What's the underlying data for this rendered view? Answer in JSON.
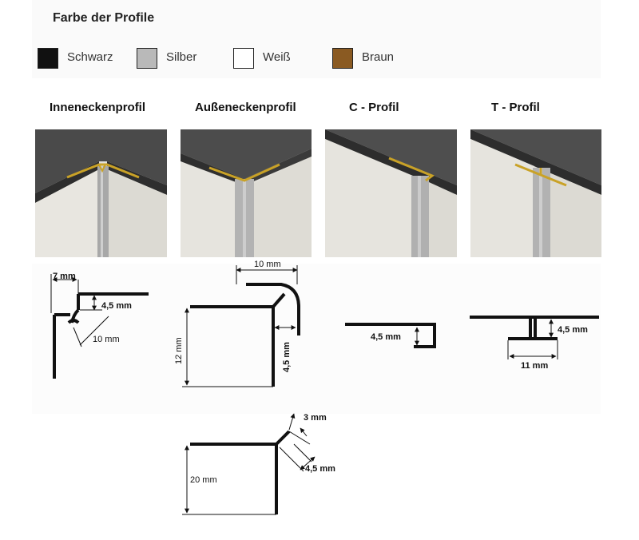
{
  "legend": {
    "title": "Farbe der Profile",
    "colors": [
      {
        "label": "Schwarz",
        "color": "#111111"
      },
      {
        "label": "Silber",
        "color": "#b9b9b9"
      },
      {
        "label": "Weiß",
        "color": "#ffffff"
      },
      {
        "label": "Braun",
        "color": "#8a5a22"
      }
    ]
  },
  "profiles": [
    {
      "title": "Inneneckenprofil",
      "icon": "inside-corner-profile-photo"
    },
    {
      "title": "Außeneckenprofil",
      "icon": "outside-corner-profile-photo"
    },
    {
      "title": "C - Profil",
      "icon": "c-profile-photo"
    },
    {
      "title": "T - Profil",
      "icon": "t-profile-photo"
    }
  ],
  "dimensions": {
    "inside_corner": {
      "width": "7 mm",
      "depth": "4,5 mm",
      "round": "10 mm"
    },
    "outside_corner": {
      "top": "10 mm",
      "height": "12 mm",
      "depth": "4,5 mm"
    },
    "c_profile": {
      "depth": "4,5 mm"
    },
    "t_profile": {
      "depth": "4,5 mm",
      "width": "11 mm"
    },
    "outside_corner_2": {
      "lip": "3 mm",
      "depth": "4,5 mm",
      "height": "20 mm"
    }
  },
  "accent_colors": {
    "profile_gold": "#c9a227",
    "wall_dark": "#3a3a3a",
    "tile_light": "#e4e2dc",
    "aluminium": "#a9a9a9"
  }
}
